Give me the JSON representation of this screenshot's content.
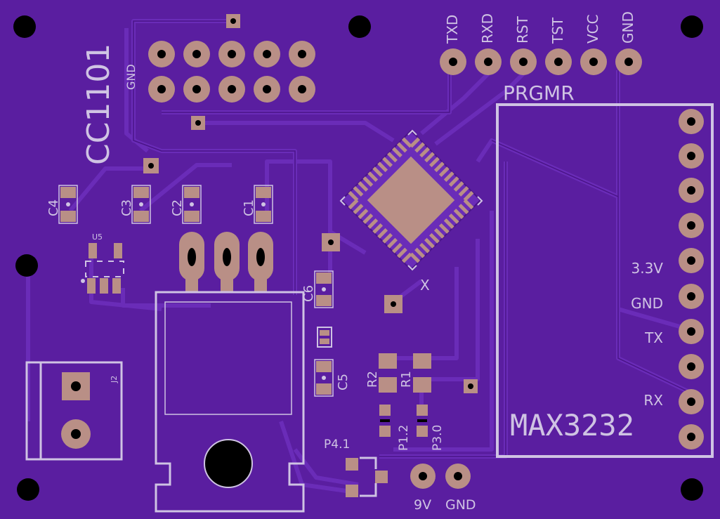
{
  "colors": {
    "board": "#5a1ea0",
    "trace": "#6a2cb8",
    "trace_edge": "#4a1488",
    "copper": "#b98f86",
    "silk": "#cfc3e3",
    "hole": "#000000"
  },
  "labels": {
    "cc1101": "CC1101",
    "gnd_header": "GND",
    "prgmr_pins": [
      "TXD",
      "RXD",
      "RST",
      "TST",
      "VCC",
      "GND"
    ],
    "prgmr": "PRGMR",
    "max3232": "MAX3232",
    "max_pins": {
      "v33": "3.3V",
      "gnd": "GND",
      "tx": "TX",
      "rx": "RX"
    },
    "caps": {
      "c1": "C1",
      "c2": "C2",
      "c3": "C3",
      "c4": "C4",
      "c5": "C5",
      "c6": "C6"
    },
    "u5": "U5",
    "j2": "J2",
    "resistors": {
      "r1": "R1",
      "r2": "R2"
    },
    "p12": "P1.2",
    "p30": "P3.0",
    "p41": "P4.1",
    "x": "X",
    "v9": "9V",
    "gnd_power": "GND"
  }
}
